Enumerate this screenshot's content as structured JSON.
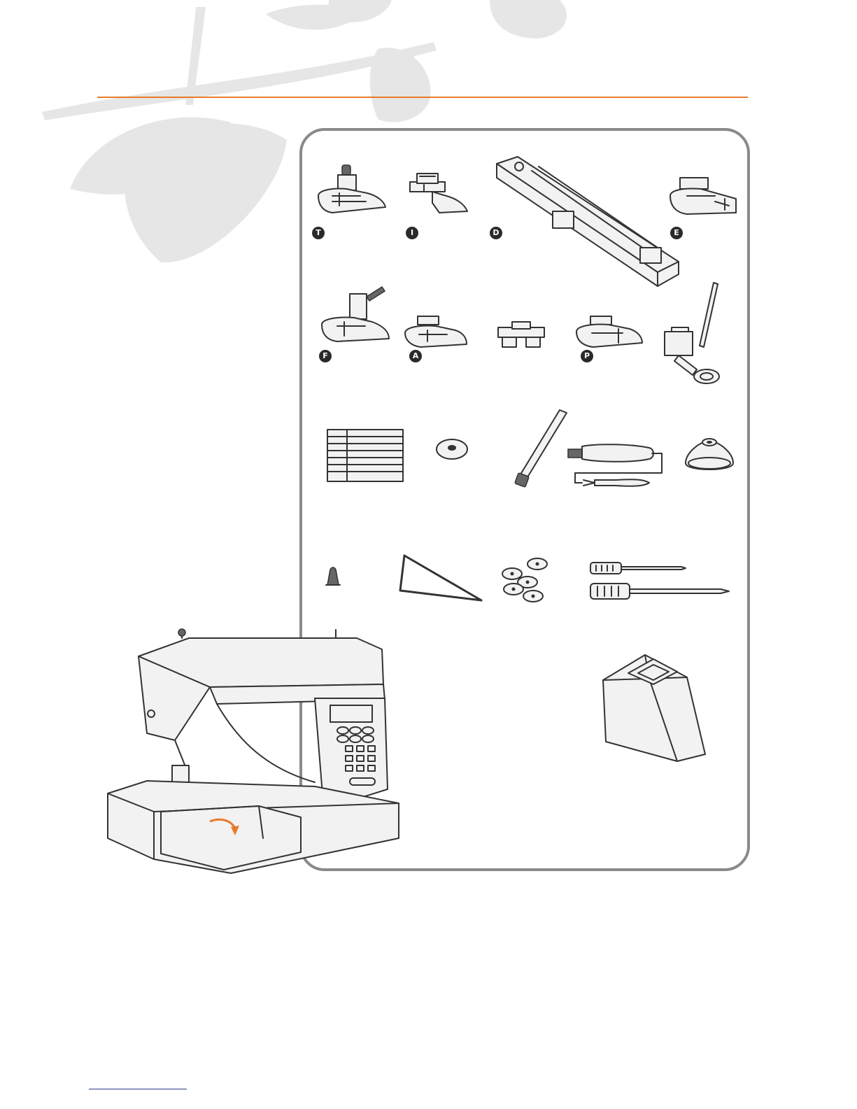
{
  "colors": {
    "accent_rule": "#e87a2c",
    "panel_border": "#8a8a8a",
    "leaf": "#e6e6e6",
    "footer_rule": "#2a3a8a"
  },
  "accessories": {
    "feet_row1": [
      {
        "icon": "zigzag-foot-icon",
        "badge": "T"
      },
      {
        "icon": "zipper-foot-icon",
        "badge": "I"
      },
      {
        "icon": "buttonhole-foot-icon",
        "badge": "D"
      },
      {
        "icon": "overcasting-foot-icon",
        "badge": "E"
      }
    ],
    "feet_row2": [
      {
        "icon": "walking-foot-icon",
        "badge": "F"
      },
      {
        "icon": "satin-stitch-foot-icon",
        "badge": "A"
      },
      {
        "icon": "button-sewing-foot-icon",
        "badge": ""
      },
      {
        "icon": "blind-hem-foot-icon",
        "badge": "P"
      },
      {
        "icon": "darning-foot-icon",
        "badge": ""
      }
    ],
    "tools_row3": [
      "needle-pack-icon",
      "spool-felt-icon",
      "spool-pin-icon",
      "seam-ripper-brush-icon",
      "spool-cap-icon"
    ],
    "tools_row4": [
      "edge-guide-icon",
      "quilting-guide-icon",
      "bobbins-icon",
      "screwdrivers-icon"
    ],
    "case": "dust-cover-icon",
    "machine": "sewing-machine-icon"
  }
}
